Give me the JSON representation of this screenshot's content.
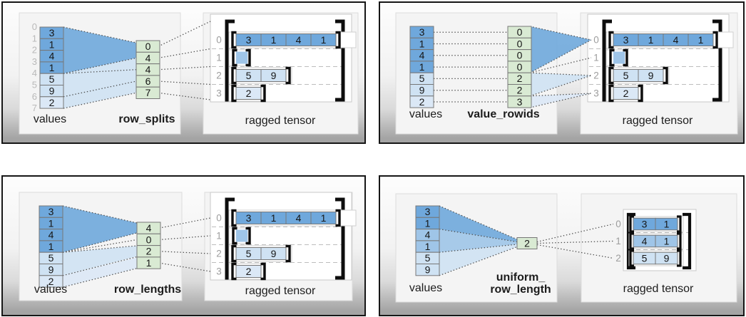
{
  "colors": {
    "dark_blue": "#6fa8dc",
    "medium_blue": "#9fc5e8",
    "light_blue": "#cfe2f3",
    "pale_blue": "#dbe8f6",
    "green": "#d9ead3",
    "cell_border": "#777777",
    "bracket_black": "#0d0d0d"
  },
  "panels": [
    {
      "id": "row_splits",
      "values_label": "values",
      "connector_label": [
        "row_splits"
      ],
      "values": [
        3,
        1,
        4,
        1,
        5,
        9,
        2
      ],
      "value_shades": [
        "dark",
        "dark",
        "dark",
        "dark",
        "light",
        "light",
        "pale"
      ],
      "value_boundary_indices": [
        "0",
        "1",
        "2",
        "3",
        "4",
        "5",
        "6",
        "7"
      ],
      "connector_values": [
        "0",
        "4",
        "4",
        "6",
        "7"
      ],
      "tensor_label": "ragged tensor",
      "tensor_rows": [
        {
          "index": "0",
          "cells": [
            3,
            1,
            4,
            1
          ],
          "shade": "dark"
        },
        {
          "index": "1",
          "cells": [],
          "shade": "medium"
        },
        {
          "index": "2",
          "cells": [
            5,
            9
          ],
          "shade": "light"
        },
        {
          "index": "3",
          "cells": [
            2
          ],
          "shade": "pale"
        }
      ]
    },
    {
      "id": "value_rowids",
      "values_label": "values",
      "connector_label": [
        "value_rowids"
      ],
      "values": [
        3,
        1,
        4,
        1,
        5,
        9,
        2
      ],
      "value_shades": [
        "dark",
        "dark",
        "dark",
        "dark",
        "light",
        "light",
        "pale"
      ],
      "connector_values": [
        "0",
        "0",
        "0",
        "0",
        "2",
        "2",
        "3"
      ],
      "tensor_label": "ragged tensor",
      "tensor_rows": [
        {
          "index": "0",
          "cells": [
            3,
            1,
            4,
            1
          ],
          "shade": "dark"
        },
        {
          "index": "1",
          "cells": [],
          "shade": "medium"
        },
        {
          "index": "2",
          "cells": [
            5,
            9
          ],
          "shade": "light"
        },
        {
          "index": "3",
          "cells": [
            2
          ],
          "shade": "pale"
        }
      ]
    },
    {
      "id": "row_lengths",
      "values_label": "values",
      "connector_label": [
        "row_lengths"
      ],
      "values": [
        3,
        1,
        4,
        1,
        5,
        9,
        2
      ],
      "value_shades": [
        "dark",
        "dark",
        "dark",
        "dark",
        "light",
        "light",
        "pale"
      ],
      "connector_values": [
        "4",
        "0",
        "2",
        "1"
      ],
      "tensor_label": "ragged tensor",
      "tensor_rows": [
        {
          "index": "0",
          "cells": [
            3,
            1,
            4,
            1
          ],
          "shade": "dark"
        },
        {
          "index": "1",
          "cells": [],
          "shade": "medium"
        },
        {
          "index": "2",
          "cells": [
            5,
            9
          ],
          "shade": "light"
        },
        {
          "index": "3",
          "cells": [
            2
          ],
          "shade": "pale"
        }
      ]
    },
    {
      "id": "uniform_row_length",
      "values_label": "values",
      "connector_label": [
        "uniform_",
        "row_length"
      ],
      "values": [
        3,
        1,
        4,
        1,
        5,
        9
      ],
      "value_shades": [
        "dark",
        "dark",
        "medium",
        "medium",
        "light",
        "light"
      ],
      "connector_values": [
        "2"
      ],
      "tensor_label": "ragged tensor",
      "tensor_rows": [
        {
          "index": "0",
          "cells": [
            3,
            1
          ],
          "shade": "dark"
        },
        {
          "index": "1",
          "cells": [
            4,
            1
          ],
          "shade": "medium"
        },
        {
          "index": "2",
          "cells": [
            5,
            9
          ],
          "shade": "light"
        }
      ]
    }
  ]
}
